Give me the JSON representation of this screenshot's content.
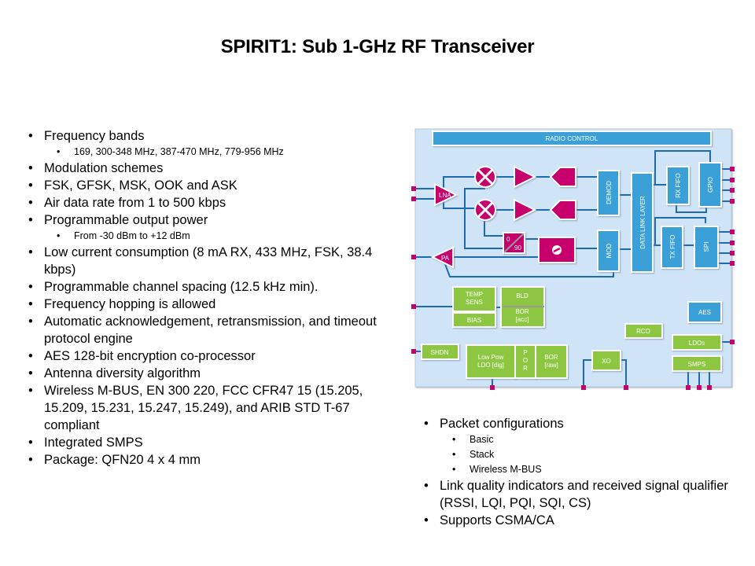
{
  "title": "SPIRIT1: Sub 1-GHz RF Transceiver",
  "left_bullets": [
    {
      "text": "Frequency bands",
      "sub": [
        "169, 300-348 MHz, 387-470 MHz, 779-956 MHz"
      ]
    },
    {
      "text": "Modulation schemes",
      "sub": []
    },
    {
      "text": "FSK, GFSK, MSK, OOK and ASK",
      "sub": []
    },
    {
      "text": "Air data rate from 1 to 500 kbps",
      "sub": []
    },
    {
      "text": "Programmable output power",
      "sub": [
        "From -30 dBm to +12 dBm"
      ]
    },
    {
      "text": "Low current consumption (8 mA RX, 433 MHz, FSK, 38.4 kbps)",
      "sub": []
    },
    {
      "text": "Programmable channel spacing (12.5 kHz min).",
      "sub": []
    },
    {
      "text": "Frequency hopping is allowed",
      "sub": []
    },
    {
      "text": "Automatic acknowledgement, retransmission, and timeout protocol engine",
      "sub": []
    },
    {
      "text": "AES 128-bit encryption co-processor",
      "sub": []
    },
    {
      "text": "Antenna diversity algorithm",
      "sub": []
    },
    {
      "text": "Wireless M-BUS, EN 300 220, FCC CFR47 15 (15.205, 15.209, 15.231, 15.247, 15.249), and ARIB STD T-67 compliant",
      "sub": []
    },
    {
      "text": "Integrated SMPS",
      "sub": []
    },
    {
      "text": "Package: QFN20 4 x 4 mm",
      "sub": []
    }
  ],
  "right_bullets": [
    {
      "text": "Packet configurations",
      "sub": [
        "Basic",
        "Stack",
        "Wireless M-BUS"
      ]
    },
    {
      "text": "Link quality indicators and received signal qualifier (RSSI, LQI, PQI, SQI, CS)",
      "sub": []
    },
    {
      "text": "Supports CSMA/CA",
      "sub": []
    }
  ],
  "diagram": {
    "colors": {
      "background": "#cfe4f7",
      "blue_block": "#3a9fd8",
      "green_block": "#8dc63f",
      "magenta": "#c8006e",
      "wire": "#1f6bb3",
      "pin": "#c8006e"
    },
    "radio_control": "RADIO CONTROL",
    "lna": "LNA",
    "pa": "PA",
    "phase_0": "0",
    "phase_90": "90",
    "demod": "DEMOD",
    "mod": "MOD",
    "data_link_layer": "DATA LINK LAYER",
    "rx_fifo": "RX FIFO",
    "tx_fifo": "TX FIFO",
    "gpio": "GPIO",
    "spi": "SPI",
    "temp_sens_1": "TEMP",
    "temp_sens_2": "SENS",
    "bias": "BIAS",
    "bld": "BLD",
    "bor_acc_1": "BOR",
    "bor_acc_2": "[acc]",
    "aes": "AES",
    "rco": "RCO",
    "ldos": "LDOs",
    "smps": "SMPS",
    "shdn": "SHDN",
    "low_pow_1": "Low Pow",
    "low_pow_2": "LDO [dig]",
    "por_p": "P",
    "por_o": "O",
    "por_r": "R",
    "bor_raw_1": "BOR",
    "bor_raw_2": "[raw]",
    "xo": "XO"
  }
}
